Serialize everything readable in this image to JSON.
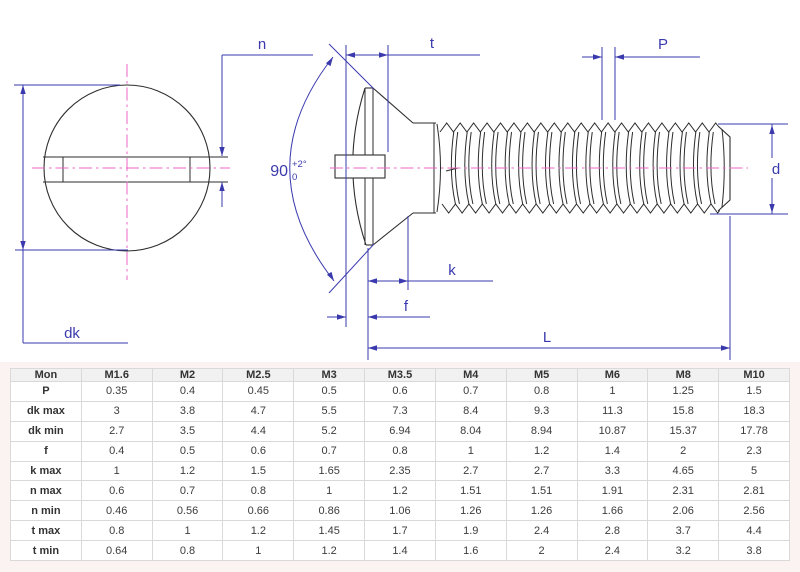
{
  "diagram": {
    "labels": {
      "dk": "dk",
      "n": "n",
      "t": "t",
      "P": "P",
      "d": "d",
      "k": "k",
      "f": "f",
      "L": "L",
      "angle": "90",
      "angle_tol_upper": "+2°",
      "angle_tol_lower": "0"
    },
    "colors": {
      "dimension": "#3a3aae",
      "centerline": "#ee64c4",
      "outline": "#2e2e2e",
      "table_band": "#fbf2f2",
      "table_header_bg": "#f1f1f1",
      "table_border": "#d9d9d9"
    }
  },
  "table": {
    "columns": [
      "Mon",
      "M1.6",
      "M2",
      "M2.5",
      "M3",
      "M3.5",
      "M4",
      "M5",
      "M6",
      "M8",
      "M10"
    ],
    "rows": [
      {
        "label": "P",
        "values": [
          "0.35",
          "0.4",
          "0.45",
          "0.5",
          "0.6",
          "0.7",
          "0.8",
          "1",
          "1.25",
          "1.5"
        ]
      },
      {
        "label": "dk max",
        "values": [
          "3",
          "3.8",
          "4.7",
          "5.5",
          "7.3",
          "8.4",
          "9.3",
          "11.3",
          "15.8",
          "18.3"
        ]
      },
      {
        "label": "dk min",
        "values": [
          "2.7",
          "3.5",
          "4.4",
          "5.2",
          "6.94",
          "8.04",
          "8.94",
          "10.87",
          "15.37",
          "17.78"
        ]
      },
      {
        "label": "f",
        "values": [
          "0.4",
          "0.5",
          "0.6",
          "0.7",
          "0.8",
          "1",
          "1.2",
          "1.4",
          "2",
          "2.3"
        ]
      },
      {
        "label": "k max",
        "values": [
          "1",
          "1.2",
          "1.5",
          "1.65",
          "2.35",
          "2.7",
          "2.7",
          "3.3",
          "4.65",
          "5"
        ]
      },
      {
        "label": "n max",
        "values": [
          "0.6",
          "0.7",
          "0.8",
          "1",
          "1.2",
          "1.51",
          "1.51",
          "1.91",
          "2.31",
          "2.81"
        ]
      },
      {
        "label": "n min",
        "values": [
          "0.46",
          "0.56",
          "0.66",
          "0.86",
          "1.06",
          "1.26",
          "1.26",
          "1.66",
          "2.06",
          "2.56"
        ]
      },
      {
        "label": "t max",
        "values": [
          "0.8",
          "1",
          "1.2",
          "1.45",
          "1.7",
          "1.9",
          "2.4",
          "2.8",
          "3.7",
          "4.4"
        ]
      },
      {
        "label": "t min",
        "values": [
          "0.64",
          "0.8",
          "1",
          "1.2",
          "1.4",
          "1.6",
          "2",
          "2.4",
          "3.2",
          "3.8"
        ]
      }
    ]
  }
}
